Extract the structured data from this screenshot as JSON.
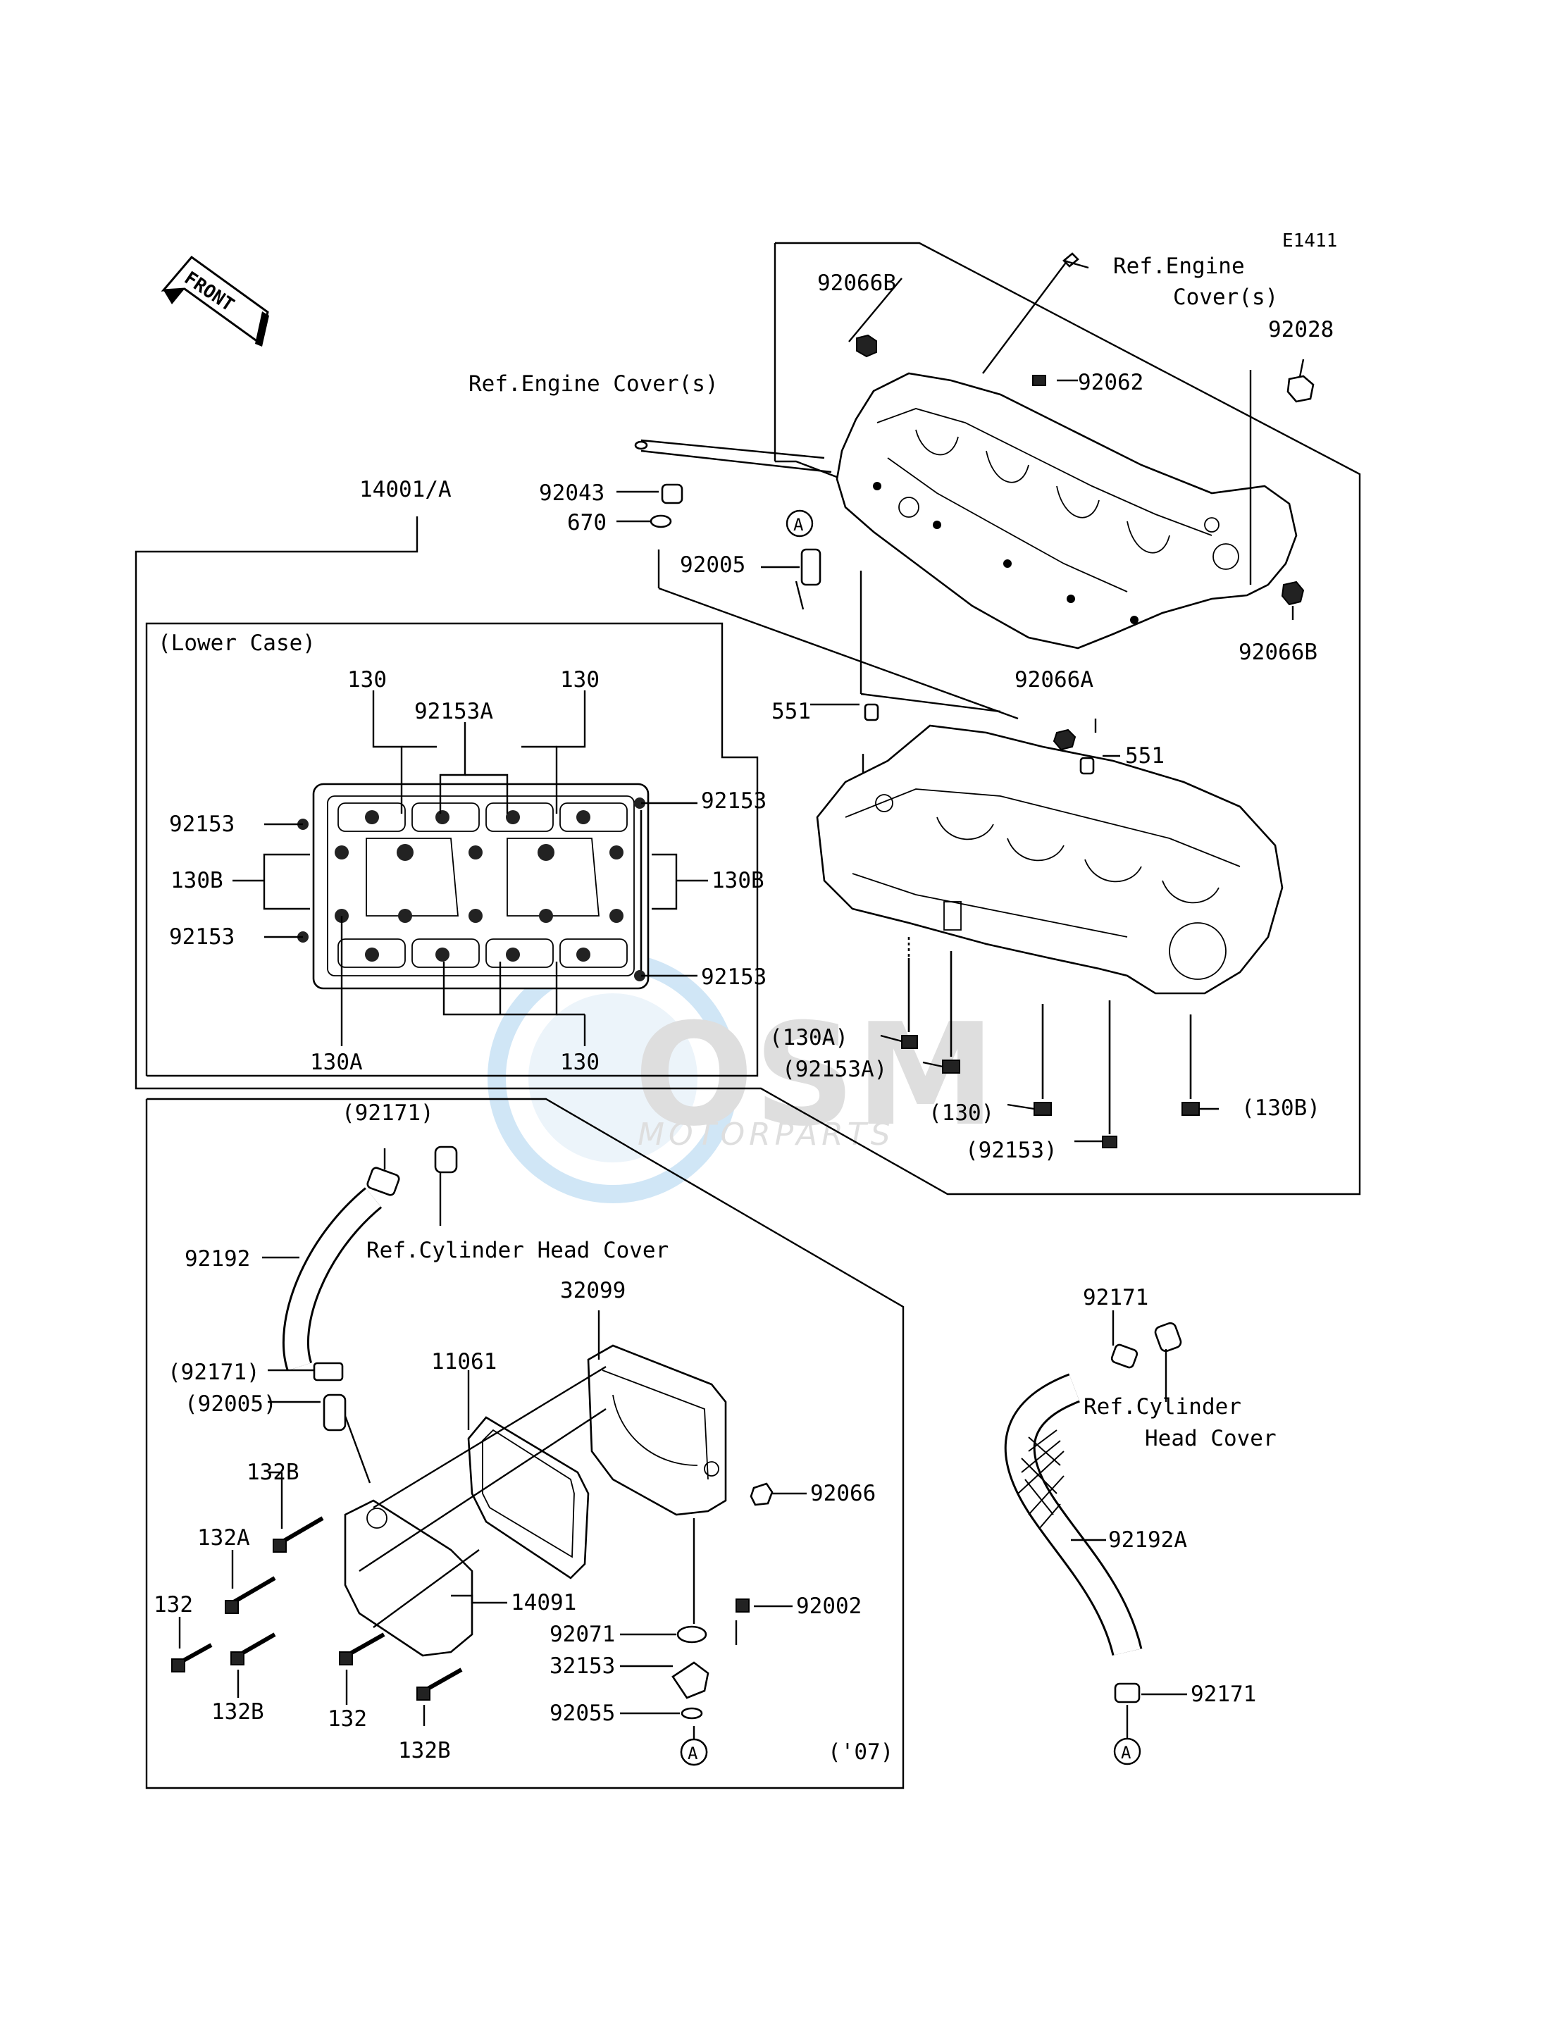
{
  "diagram_code": "E1411",
  "front_badge": "FRONT",
  "watermark": {
    "logo": "OSM",
    "subtitle": "MOTORPARTS"
  },
  "upper_case": {
    "labels": {
      "ref_engine_cover_top": [
        "Ref.Engine",
        "Cover(s)"
      ],
      "ref_engine_cover_left": "Ref.Engine Cover(s)",
      "p92066B_top": "92066B",
      "p92062": "92062",
      "p92028": "92028",
      "p92066B_right": "92066B",
      "p14001A": "14001/A",
      "p92043": "92043",
      "p670": "670",
      "p92005": "92005",
      "marker_A": "A"
    }
  },
  "lower_case": {
    "title": "(Lower Case)",
    "labels": {
      "p130_left": "130",
      "p130_right": "130",
      "p92153A": "92153A",
      "p92153_l1": "92153",
      "p92153_r1": "92153",
      "p130B_left": "130B",
      "p130B_right": "130B",
      "p92153_l2": "92153",
      "p92153_r2": "92153",
      "p130A": "130A",
      "p130_bottom": "130"
    }
  },
  "crankcase_lower": {
    "labels": {
      "p551_left": "551",
      "p92066A": "92066A",
      "p551_right": "551",
      "p130A_paren": "(130A)",
      "p92153A_paren": "(92153A)",
      "p130_paren": "(130)",
      "p130B_paren": "(130B)",
      "p92153_paren": "(92153)"
    }
  },
  "oil_pan_07": {
    "labels": {
      "p92171_paren_top": "(92171)",
      "ref_cyl_head": "Ref.Cylinder Head Cover",
      "p92192": "92192",
      "p32099": "32099",
      "p11061": "11061",
      "p92171_paren": "(92171)",
      "p92005_paren": "(92005)",
      "p92066": "92066",
      "p132B_1": "132B",
      "p132A": "132A",
      "p132_1": "132",
      "p14091": "14091",
      "p92002": "92002",
      "p92071": "92071",
      "p32153": "32153",
      "p92055": "92055",
      "p132B_2": "132B",
      "p132_2": "132",
      "p132B_3": "132B",
      "marker_A": "A",
      "year": "('07)"
    }
  },
  "breather_hose": {
    "labels": {
      "p92171_top": "92171",
      "ref_cyl_head": [
        "Ref.Cylinder",
        "Head Cover"
      ],
      "p92192A": "92192A",
      "p92171_bottom": "92171",
      "marker_A": "A"
    }
  }
}
